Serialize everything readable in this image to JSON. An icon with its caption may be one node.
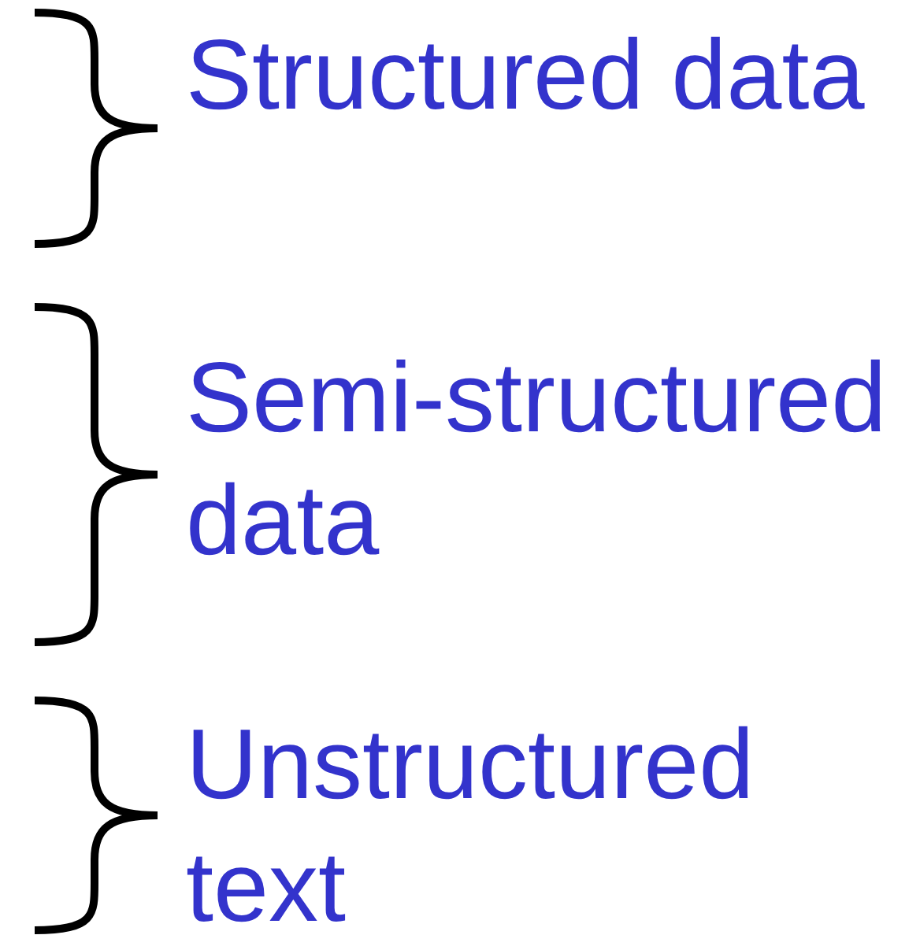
{
  "diagram": {
    "labels": [
      "Structured data",
      "Semi-structured data",
      "Unstructured text"
    ]
  }
}
